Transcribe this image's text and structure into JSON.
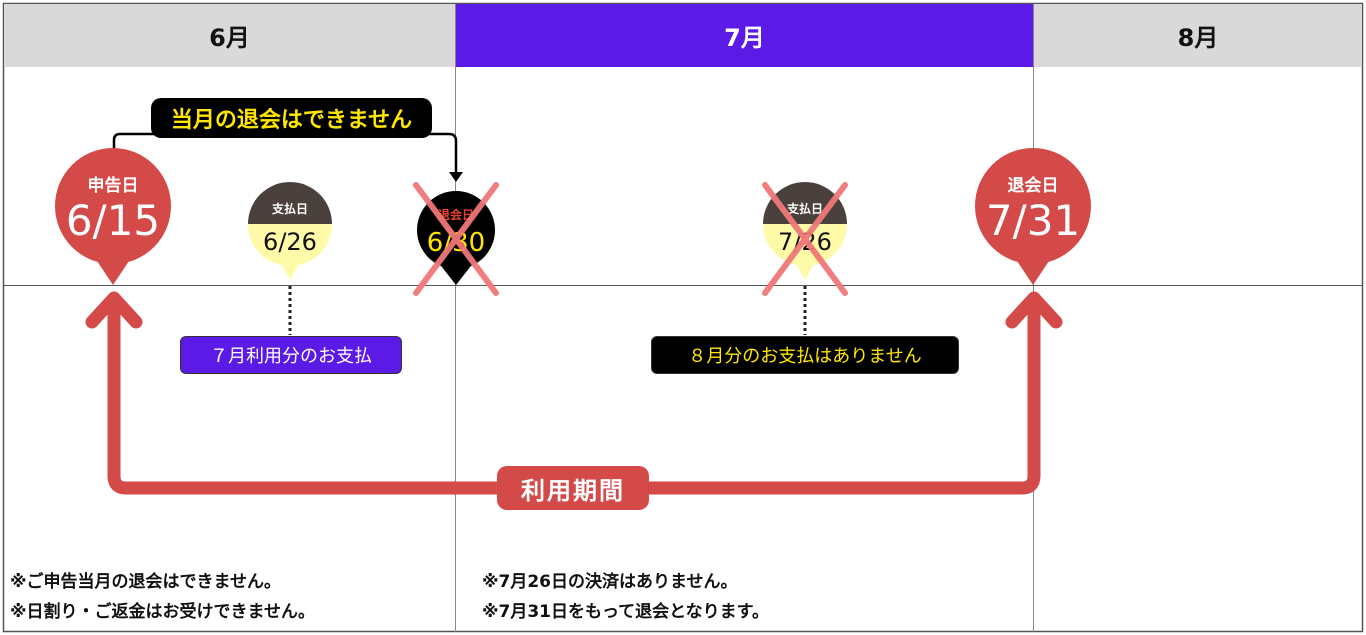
{
  "months": {
    "june": "6月",
    "july": "7月",
    "august": "8月"
  },
  "warning_bubble": "当月の退会はできません",
  "pins": {
    "report": {
      "caption": "申告日",
      "date": "6/15"
    },
    "pay_june": {
      "caption": "支払日",
      "date": "6/26"
    },
    "cancel_june": {
      "caption": "退会日",
      "date": "6/30"
    },
    "pay_july": {
      "caption": "支払日",
      "date": "7/26"
    },
    "cancel_july": {
      "caption": "退会日",
      "date": "7/31"
    }
  },
  "labels": {
    "july_payment": "７月利用分のお支払",
    "no_august_payment": "８月分のお支払はありません"
  },
  "usage_period": "利用期間",
  "notes": {
    "left_1": "※ご申告当月の退会はできません。",
    "left_2": "※日割り・ご返金はお受けできません。",
    "mid_1": "※7月26日の決済はありません。",
    "mid_2": "※7月31日をもって退会となります。"
  },
  "colors": {
    "accent_red": "#d44a48",
    "purple": "#5b1ae6",
    "pin_yellow": "#fffaa8",
    "pin_dark": "#4a403c",
    "cross_pink": "#f07878"
  }
}
